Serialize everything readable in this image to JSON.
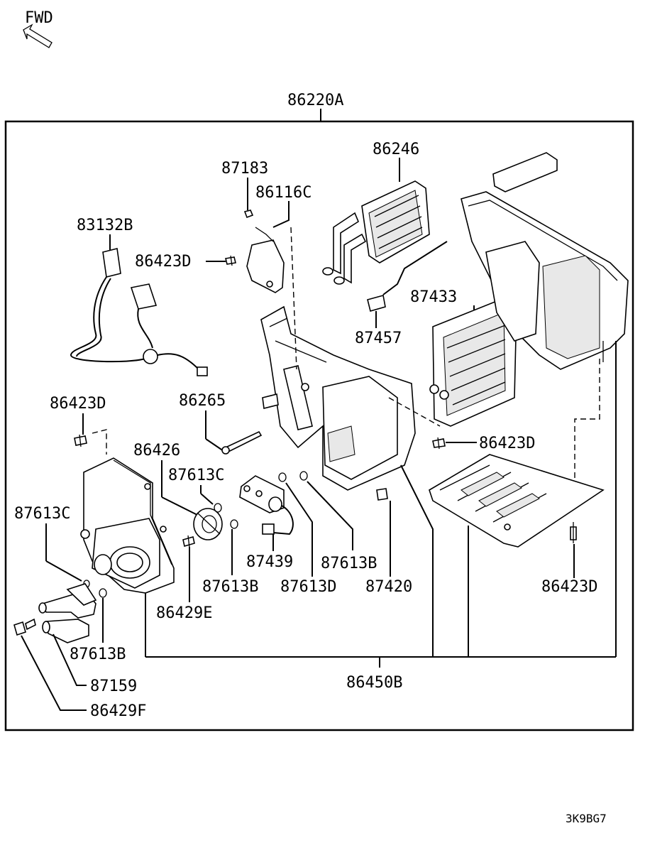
{
  "fwd_label": "FWD",
  "diagram_code": "3K9BG7",
  "labels": {
    "assembly": "86220A",
    "heater_core": "86246",
    "sensor": "87183",
    "actuator": "86116C",
    "harness": "83132B",
    "screw_actuator": "86423D",
    "evaporator": "87433",
    "thermistor": "87457",
    "screw_left": "86423D",
    "rod": "86265",
    "screw_right": "86423D",
    "motor_gear": "86426",
    "clip_gear": "87613C",
    "clip_left": "87613C",
    "expansion_valve": "87439",
    "clip_b1": "87613B",
    "clip_b2": "87613B",
    "clip_d": "87613D",
    "drain": "87420",
    "screw_bottom": "86423D",
    "screw_motor": "86429E",
    "clip_b3": "87613B",
    "pipe": "87159",
    "bolt": "86429F",
    "case": "86450B"
  }
}
